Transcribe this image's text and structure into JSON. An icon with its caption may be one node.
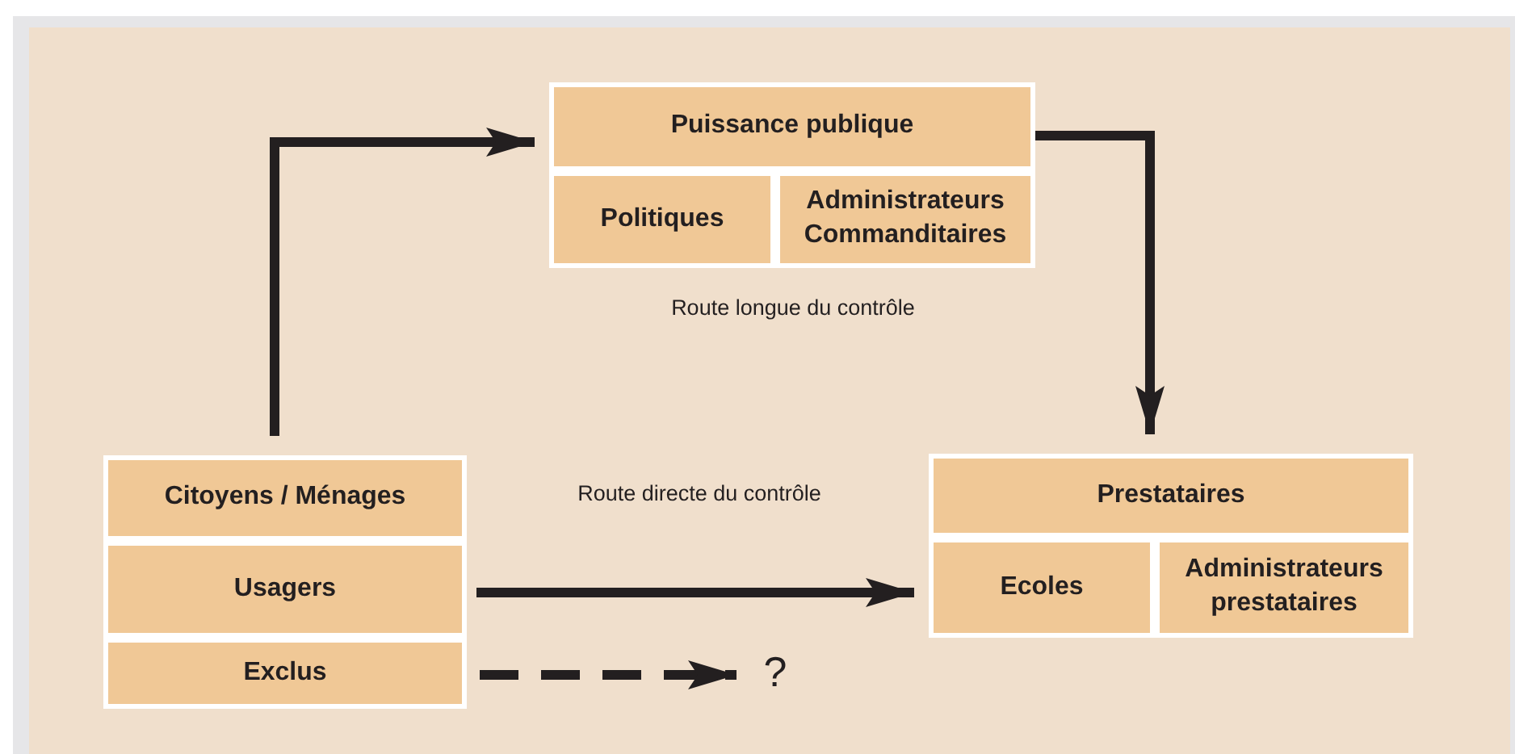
{
  "diagram": {
    "nodes": [
      {
        "text": [
          "Puissance publique"
        ]
      },
      {
        "text": [
          "Politiques"
        ]
      },
      {
        "text": [
          "Administrateurs Commanditaires"
        ]
      },
      {
        "text": [
          "Citoyens / Ménages"
        ]
      },
      {
        "text": [
          "Usagers"
        ]
      },
      {
        "text": [
          "Exclus"
        ]
      },
      {
        "text": [
          "Prestataires"
        ]
      },
      {
        "text": [
          "Ecoles"
        ]
      },
      {
        "text": [
          "Administrateurs prestataires"
        ]
      },
      {
        "text": [
          "?"
        ]
      }
    ],
    "edges": [
      {
        "from": 3,
        "to": 0,
        "arrow": "to"
      },
      {
        "from": 0,
        "to": 6,
        "arrow": "to"
      },
      {
        "from": 4,
        "to": 7,
        "arrow": "to"
      },
      {
        "from": 5,
        "to": 9,
        "arrow": "to",
        "style": "dashed"
      }
    ],
    "labels": [
      "Route longue du contrôle",
      "Route directe du contrôle"
    ]
  }
}
